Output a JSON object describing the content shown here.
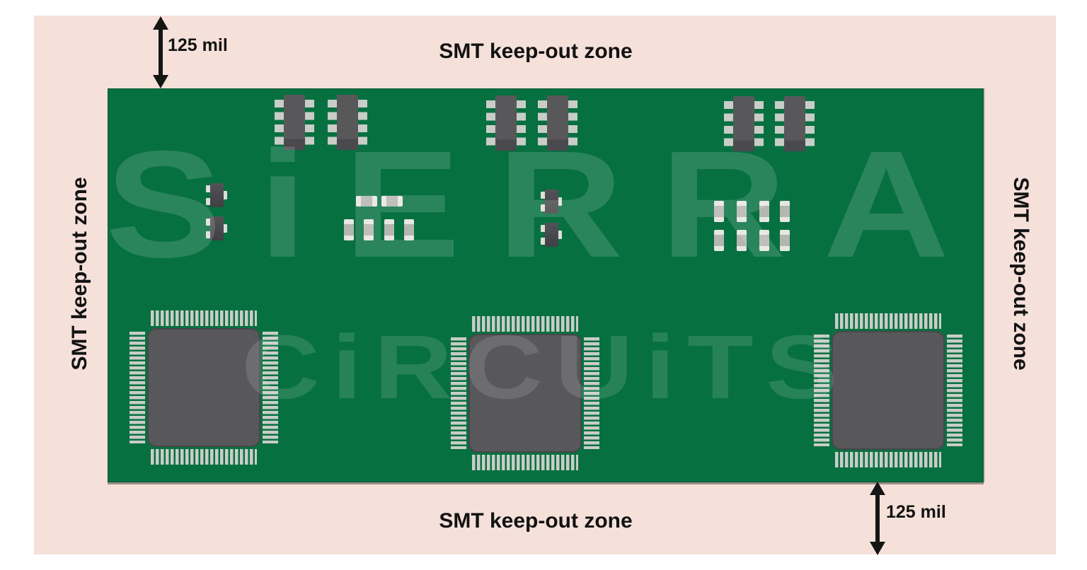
{
  "labels": {
    "keepout_top": "SMT keep-out zone",
    "keepout_bottom": "SMT keep-out zone",
    "keepout_left": "SMT keep-out zone",
    "keepout_right": "SMT keep-out zone",
    "dimension_top": "125 mil",
    "dimension_bottom": "125 mil"
  },
  "watermark": {
    "line1": "SiERRA",
    "line2": "CiRCUiTS"
  },
  "colors": {
    "keepout_zone_pink": "#f5e1d9",
    "board_green": "#077040",
    "component_body_gray": "#58585b",
    "pad_light_gray": "#c9cdc7",
    "label_black": "#121212"
  }
}
